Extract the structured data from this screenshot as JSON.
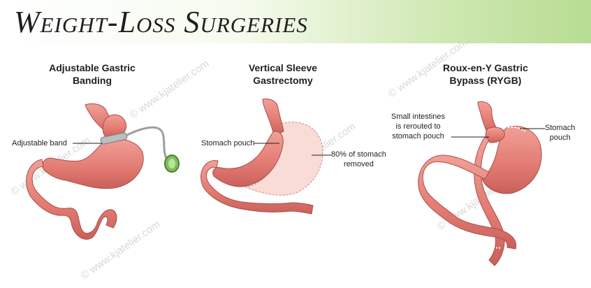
{
  "header": {
    "title": "Weight-Loss Surgeries"
  },
  "panels": [
    {
      "title_line1": "Adjustable Gastric",
      "title_line2": "Banding",
      "labels": [
        "Adjustable band"
      ]
    },
    {
      "title_line1": "Vertical Sleeve",
      "title_line2": "Gastrectomy",
      "labels": [
        "Stomach pouch",
        "80% of stomach",
        "removed"
      ]
    },
    {
      "title_line1": "Roux-en-Y Gastric",
      "title_line2": "Bypass (RYGB)",
      "labels": [
        "Small intestines",
        "is rerouted to",
        "stomach pouch",
        "Stomach",
        "pouch"
      ]
    }
  ],
  "watermark": "© www.kjatelier.com",
  "colors": {
    "organ_fill": "#e8817a",
    "organ_stroke": "#a94f4a",
    "removed_fill": "#f9dcd6",
    "band": "#b8b8b8",
    "port": "#7fbf5a"
  }
}
